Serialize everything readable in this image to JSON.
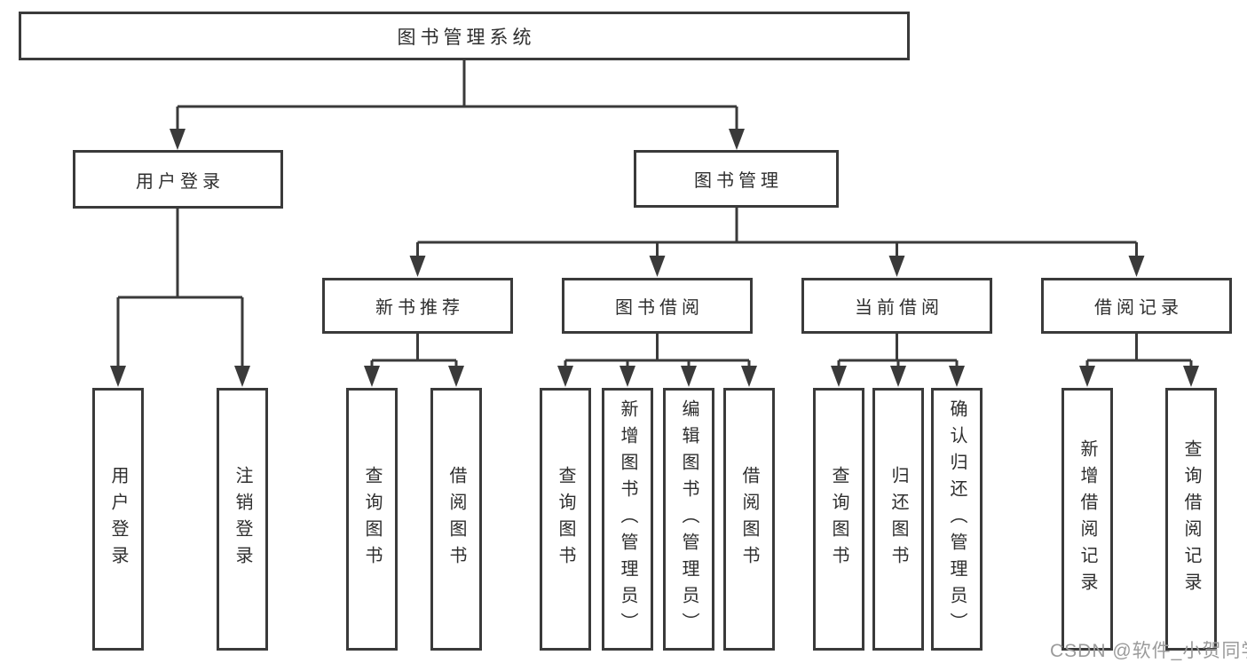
{
  "diagram": {
    "root": {
      "label": "图书管理系统"
    },
    "branches": [
      {
        "label": "用户登录",
        "children": [
          {
            "label": "用户登录"
          },
          {
            "label": "注销登录"
          }
        ]
      },
      {
        "label": "图书管理",
        "children": [
          {
            "label": "新书推荐",
            "children": [
              {
                "label": "查询图书"
              },
              {
                "label": "借阅图书"
              }
            ]
          },
          {
            "label": "图书借阅",
            "children": [
              {
                "label": "查询图书"
              },
              {
                "label": "新增图书（管理员）"
              },
              {
                "label": "编辑图书（管理员）"
              },
              {
                "label": "借阅图书"
              }
            ]
          },
          {
            "label": "当前借阅",
            "children": [
              {
                "label": "查询图书"
              },
              {
                "label": "归还图书"
              },
              {
                "label": "确认归还（管理员）"
              }
            ]
          },
          {
            "label": "借阅记录",
            "children": [
              {
                "label": "新增借阅记录"
              },
              {
                "label": "查询借阅记录"
              }
            ]
          }
        ]
      }
    ],
    "watermark": "CSDN @软件_小贺同学",
    "colors": {
      "line": "#3a3a3a",
      "box_border": "#3a3a3a",
      "text": "#2e2e2e",
      "watermark": "#9b9b9b",
      "background": "#ffffff"
    }
  }
}
